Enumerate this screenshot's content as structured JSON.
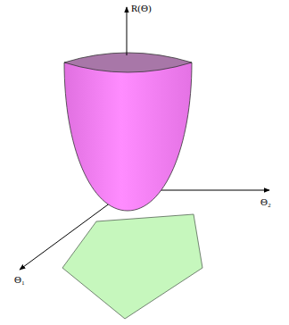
{
  "diagram": {
    "labels": [
      "R(Θ)",
      "Θ₂",
      "Θ₁"
    ]
  }
}
